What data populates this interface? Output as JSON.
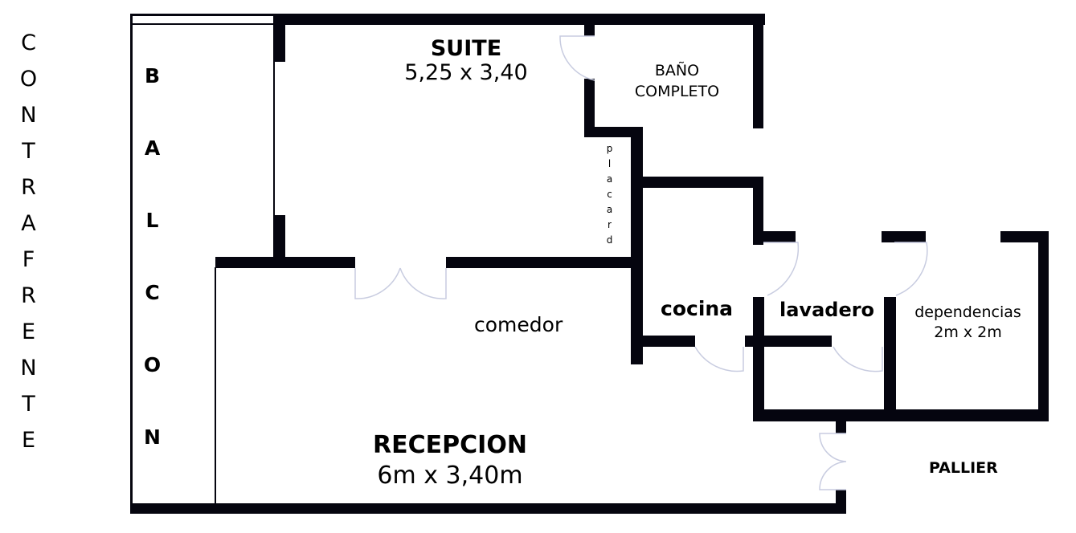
{
  "side_label": "CONTRAFRENTE",
  "rooms": {
    "balcon": "BALCON",
    "suite_name": "SUITE",
    "suite_size": "5,25 x 3,40",
    "bano_line1": "BAÑO",
    "bano_line2": "COMPLETO",
    "placard": "placard",
    "comedor": "comedor",
    "cocina": "cocina",
    "lavadero": "lavadero",
    "dependencias_name": "dependencias",
    "dependencias_size": "2m x 2m",
    "recepcion_name": "RECEPCION",
    "recepcion_size": "6m x 3,40m",
    "pallier": "PALLIER"
  },
  "colors": {
    "wall": "#05050f",
    "text": "#000000",
    "door": "#c8cce0"
  }
}
